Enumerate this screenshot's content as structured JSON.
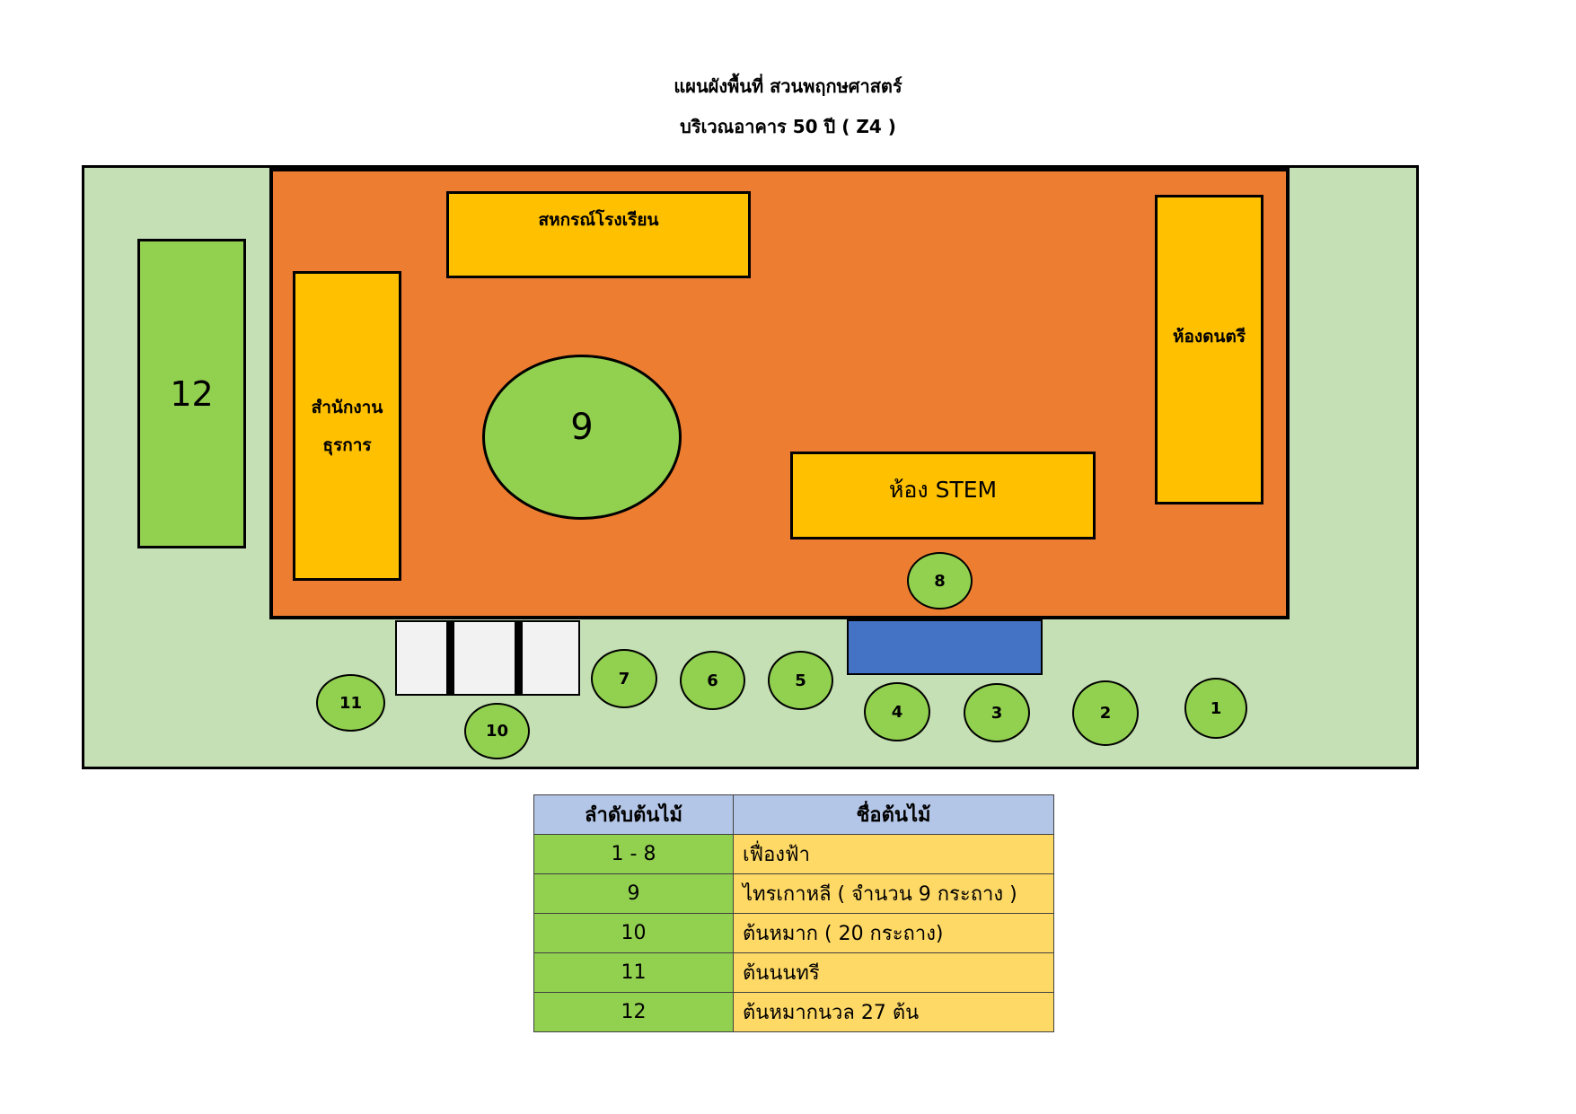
{
  "title": "แผนผังพื้นที่ สวนพฤกษศาสตร์",
  "subtitle": "บริเวณอาคาร 50 ปี ( Z4 )",
  "rooms": {
    "cooperative": "สหกรณ์โรงเรียน",
    "office_line1": "สำนักงาน",
    "office_line2": "ธุรการ",
    "music": "ห้องดนตรี",
    "stem": "ห้อง STEM"
  },
  "plot_labels": {
    "p12": "12",
    "p9": "9"
  },
  "trees": [
    "1",
    "2",
    "3",
    "4",
    "5",
    "6",
    "7",
    "8",
    "10",
    "11"
  ],
  "legend": {
    "header_no": "ลำดับต้นไม้",
    "header_name": "ชื่อต้นไม้",
    "rows": [
      {
        "no": "1 - 8",
        "name": "เฟื่องฟ้า"
      },
      {
        "no": "9",
        "name": "ไทรเกาหลี ( จำนวน 9 กระถาง )"
      },
      {
        "no": "10",
        "name": "ต้นหมาก ( 20 กระถาง)"
      },
      {
        "no": "11",
        "name": "ต้นนนทรี"
      },
      {
        "no": "12",
        "name": "ต้นหมากนวล 27 ต้น"
      }
    ]
  },
  "colors": {
    "lawn": "#c5e0b4",
    "building": "#ed7d31",
    "room": "#ffc000",
    "plant": "#92d050",
    "water": "#4472c4",
    "legend_header": "#b4c6e7",
    "legend_name": "#ffd966"
  }
}
